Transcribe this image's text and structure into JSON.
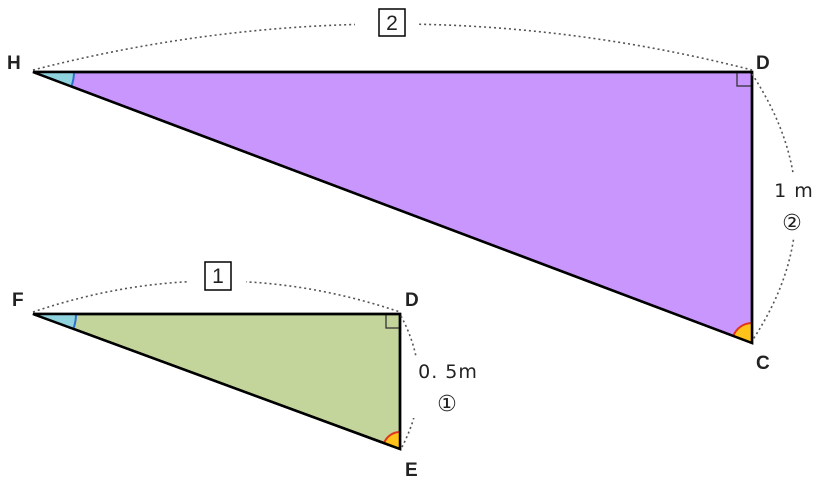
{
  "colors": {
    "large_fill": "#c896fc",
    "small_fill": "#c4d59c",
    "angle_blue": "#8fd3df",
    "angle_orange": "#ffc21a",
    "stroke": "#000000"
  },
  "large_triangle": {
    "vertices": {
      "h": "H",
      "d": "D",
      "c": "C"
    },
    "side_dc_length": "1 m",
    "side_dc_ratio": "②",
    "side_hd_ratio": "2"
  },
  "small_triangle": {
    "vertices": {
      "f": "F",
      "d": "D",
      "e": "E"
    },
    "side_de_length": "0. 5m",
    "side_de_ratio": "①",
    "side_fd_ratio": "1"
  }
}
